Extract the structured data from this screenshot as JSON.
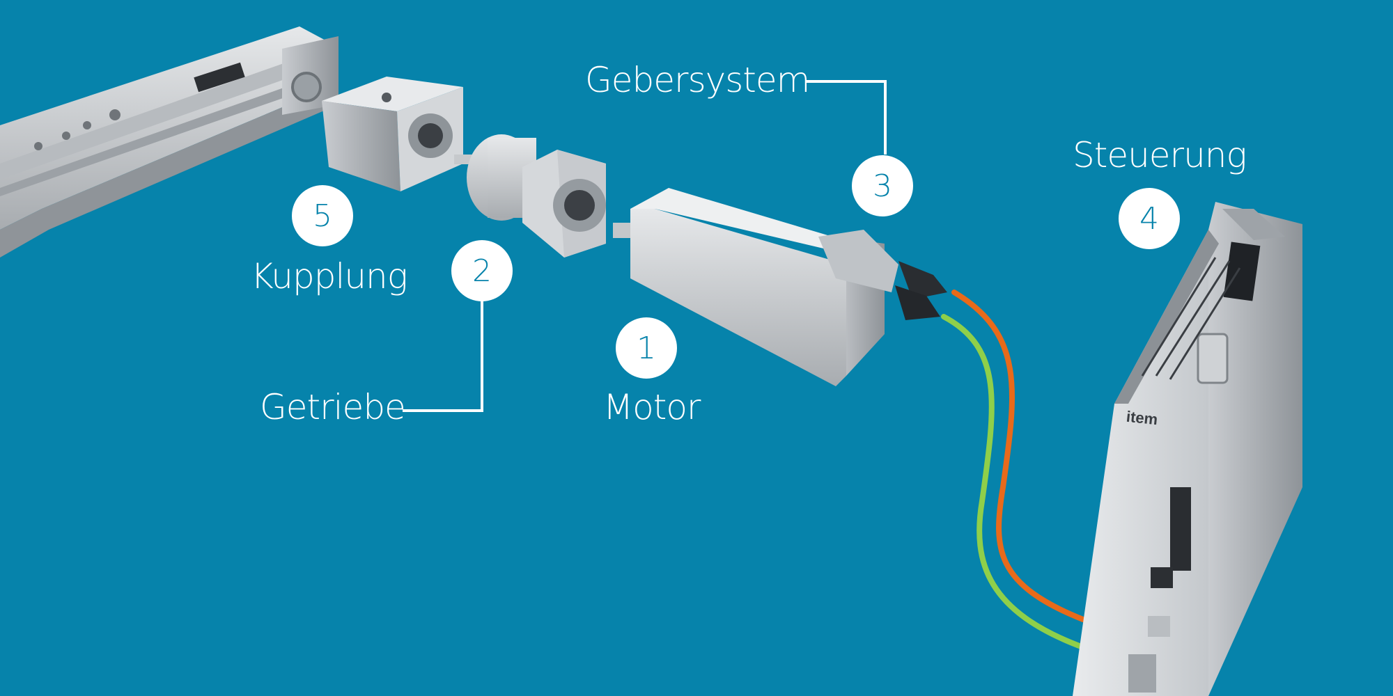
{
  "callouts": [
    {
      "number": "1",
      "label": "Motor"
    },
    {
      "number": "2",
      "label": "Getriebe"
    },
    {
      "number": "3",
      "label": "Gebersystem"
    },
    {
      "number": "4",
      "label": "Steuerung"
    },
    {
      "number": "5",
      "label": "Kupplung"
    }
  ],
  "controller": {
    "brand": "item"
  },
  "colors": {
    "background": "#0683ab",
    "callout_fill": "#ffffff",
    "callout_text": "#0683ab",
    "cable_encoder": "#e86a1a",
    "cable_motor": "#8fcf4a"
  }
}
